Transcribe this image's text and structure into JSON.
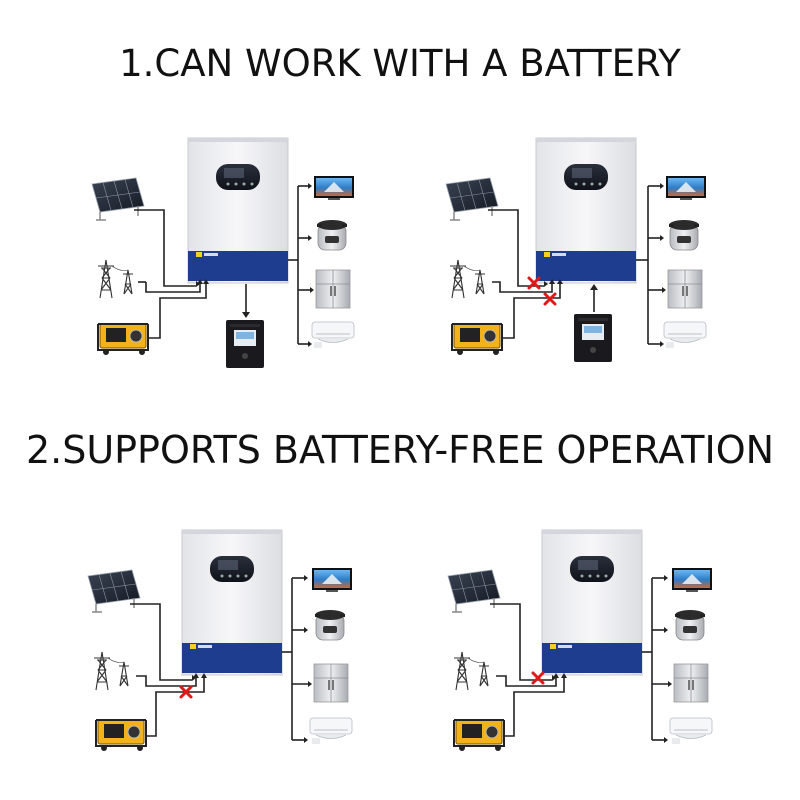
{
  "headings": {
    "section1": "1.CAN WORK WITH A BATTERY",
    "section2": "2.SUPPORTS BATTERY-FREE OPERATION"
  },
  "colors": {
    "inverter_body": "#f1f1f3",
    "inverter_base": "#1f3d8f",
    "wire": "#222222",
    "blocked_marker": "#e01818",
    "battery_body": "#1a1a1e",
    "generator": "#f3b21a"
  },
  "diagrams": [
    {
      "section": 1,
      "battery": true,
      "grid_blocked": false,
      "generator_blocked": false
    },
    {
      "section": 1,
      "battery": true,
      "grid_blocked": true,
      "generator_blocked": true
    },
    {
      "section": 2,
      "battery": false,
      "grid_blocked": false,
      "generator_blocked": true
    },
    {
      "section": 2,
      "battery": false,
      "grid_blocked": true,
      "generator_blocked": false
    }
  ],
  "icons": {
    "sources": [
      "solar-panel-icon",
      "power-tower-icon",
      "generator-icon"
    ],
    "loads": [
      "tv-icon",
      "rice-cooker-icon",
      "refrigerator-icon",
      "air-conditioner-icon"
    ],
    "storage": "battery-icon",
    "blocked": "red-x-icon"
  }
}
